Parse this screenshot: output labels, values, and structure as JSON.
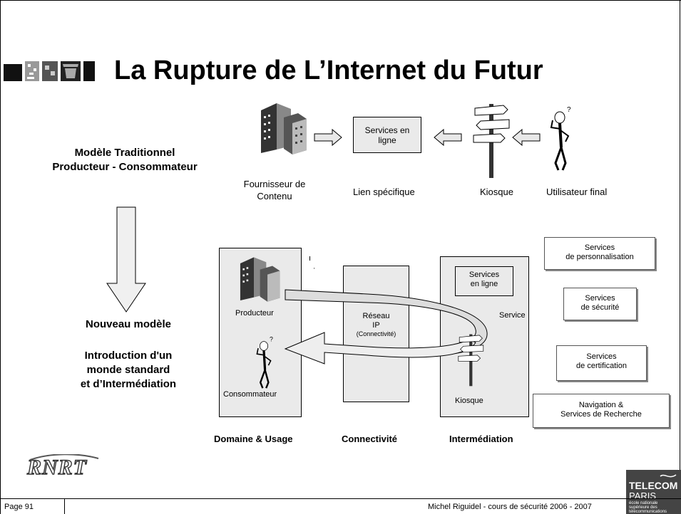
{
  "slide": {
    "title": "La Rupture de L’Internet du Futur"
  },
  "traditional": {
    "heading_line1": "Modèle Traditionnel",
    "heading_line2": "Producteur - Consommateur",
    "online_services_line1": "Services en",
    "online_services_line2": "ligne",
    "provider_line1": "Fournisseur de",
    "provider_line2": "Contenu",
    "specific_link": "Lien spécifique",
    "kiosk": "Kiosque",
    "end_user": "Utilisateur final"
  },
  "new_model": {
    "heading": "Nouveau modèle",
    "intro_line1": "Introduction d'un",
    "intro_line2": "monde standard",
    "intro_line3": "et d’Intermédiation",
    "producer": "Producteur",
    "consumer": "Consommateur",
    "network_line1": "Réseau",
    "network_line2": "IP",
    "network_line3": "(Connectivité)",
    "online_services_line1": "Services",
    "online_services_line2": "en ligne",
    "service": "Service",
    "kiosk": "Kiosque",
    "col_domain": "Domaine & Usage",
    "col_connectivity": "Connectivité",
    "col_intermediation": "Intermédiation"
  },
  "side_services": [
    {
      "line1": "Services",
      "line2": "de personnalisation"
    },
    {
      "line1": "Services",
      "line2": "de sécurité"
    },
    {
      "line1": "Services",
      "line2": "de certification"
    },
    {
      "line1": "Navigation &",
      "line2": "Services de Recherche"
    }
  ],
  "footer": {
    "page": "Page 91",
    "credit": "Michel Riguidel - cours de sécurité 2006 - 2007",
    "rnrt_logo": "RNRT",
    "telecom_line1": "TELECOM",
    "telecom_line2": "PARIS",
    "telecom_line3": "école nationale",
    "telecom_line4": "supérieure des",
    "telecom_line5": "télécommunications"
  },
  "icons": [
    "building-icon",
    "signpost-icon",
    "thinking-person-icon",
    "arrow-right-icon",
    "arrow-left-icon",
    "arrow-down-icon"
  ]
}
